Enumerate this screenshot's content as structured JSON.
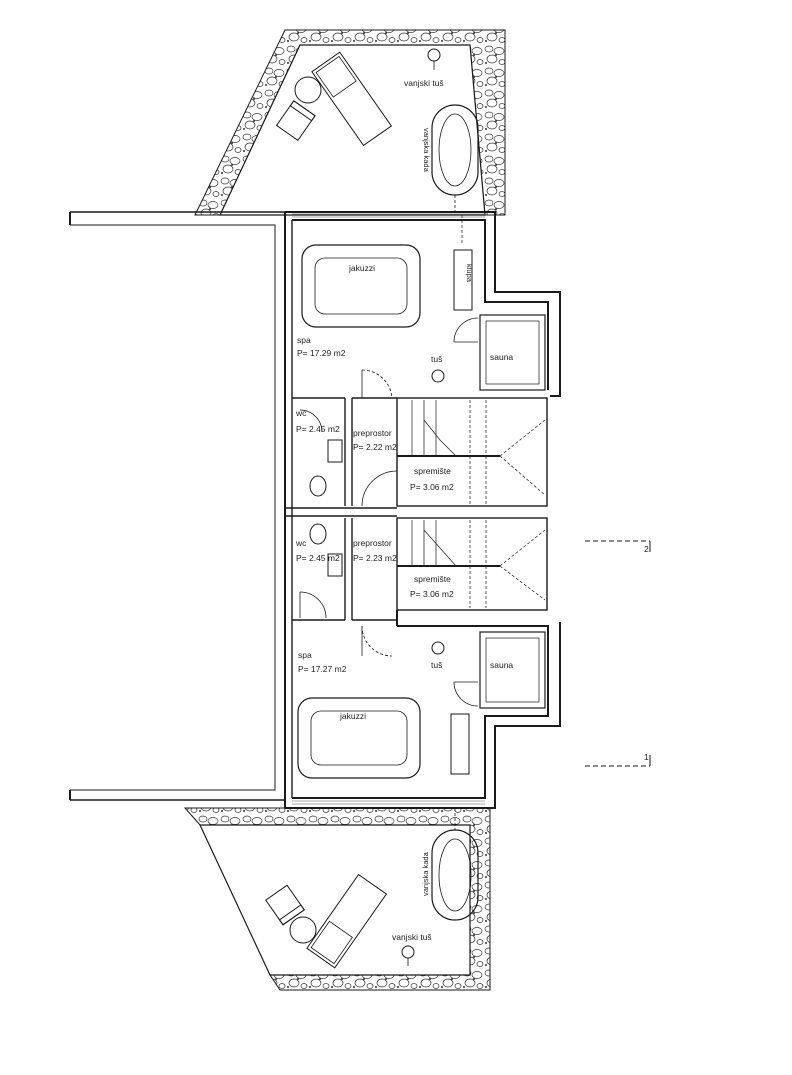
{
  "top_unit": {
    "outdoor_shower": "vanjski tuš",
    "outdoor_tub": "vanjska kada",
    "jacuzzi": "jakuzzi",
    "bench": "klupa",
    "spa_label": "spa",
    "spa_area": "P= 17.29 m2",
    "shower": "tuš",
    "sauna": "sauna",
    "wc_label": "wc",
    "wc_area": "P= 2.45 m2",
    "vestibule_label": "preprostor",
    "vestibule_area": "P= 2.22 m2",
    "storage_label": "spremište",
    "storage_area": "P= 3.06 m2"
  },
  "bottom_unit": {
    "wc_label": "wc",
    "wc_area": "P= 2.45 m2",
    "vestibule_label": "preprostor",
    "vestibule_area": "P= 2.23 m2",
    "storage_label": "spremište",
    "storage_area": "P= 3.06 m2",
    "spa_label": "spa",
    "spa_area": "P= 17.27 m2",
    "shower": "tuš",
    "sauna": "sauna",
    "jacuzzi": "jakuzzi",
    "outdoor_tub": "vanjska kada",
    "outdoor_shower": "vanjski tuš"
  },
  "section_markers": {
    "marker_2": "2",
    "marker_1": "1"
  },
  "colors": {
    "line": "#1a1a1a",
    "light_line": "#666666",
    "fill": "#ffffff"
  }
}
